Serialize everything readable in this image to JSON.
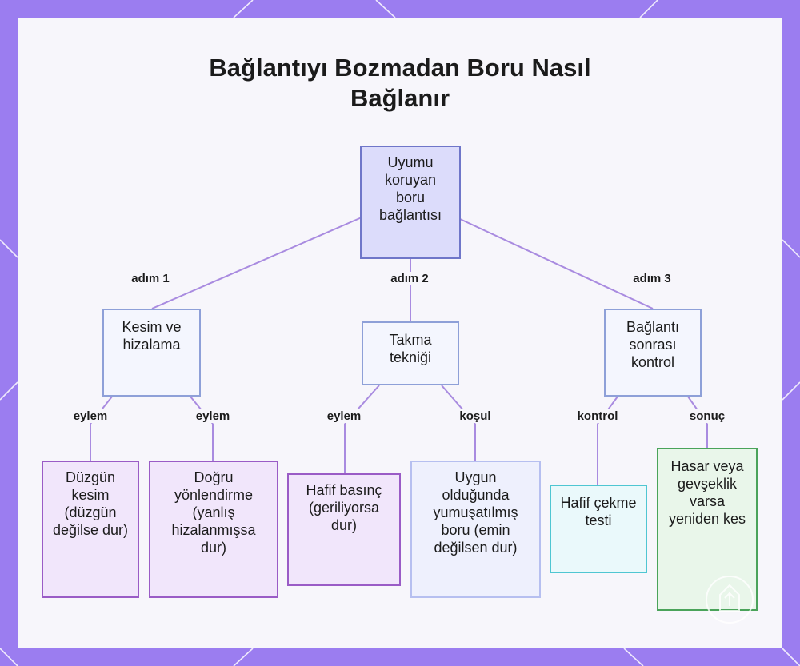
{
  "title": "Bağlantıyı Bozmadan Boru Nasıl Bağlanır",
  "diagram": {
    "root": "Uyumu koruyan boru bağlantısı",
    "edge_labels": {
      "step1": "adım 1",
      "step2": "adım 2",
      "step3": "adım 3",
      "s1_left": "eylem",
      "s1_right": "eylem",
      "s2_left": "eylem",
      "s2_right": "koşul",
      "s3_left": "kontrol",
      "s3_right": "sonuç"
    },
    "steps": {
      "step1": "Kesim ve hizalama",
      "step2": "Takma tekniği",
      "step3": "Bağlantı sonrası kontrol"
    },
    "leaves": {
      "leaf1": "Düzgün kesim (düzgün değilse dur)",
      "leaf2": "Doğru yönlendirme (yanlış hizalanmışsa dur)",
      "leaf3": "Hafif basınç (geriliyorsa dur)",
      "leaf4": "Uygun olduğunda yumuşatılmış boru (emin değilsen dur)",
      "leaf5": "Hafif çekme testi",
      "leaf6": "Hasar veya gevşeklik varsa yeniden kes"
    }
  },
  "colors": {
    "frame": "#9b7df0",
    "edge": "#a98be0",
    "root_fill": "#dcdcfb",
    "purple_fill": "#f1e6fb",
    "cyan_border": "#4fc6d2",
    "green_border": "#4aa35a"
  }
}
